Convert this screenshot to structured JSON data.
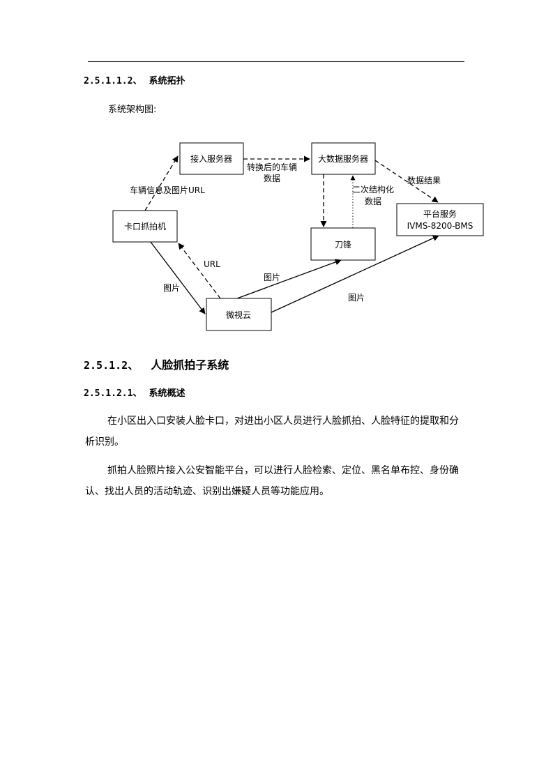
{
  "sections": {
    "s1": {
      "num": "2.5.1.1.2、",
      "title": "系统拓扑"
    },
    "arch_caption": "系统架构图:",
    "s2": {
      "num": "2.5.1.2、",
      "title": "人脸抓拍子系统"
    },
    "s3": {
      "num": "2.5.1.2.1、",
      "title": "系统概述"
    },
    "para1": "在小区出入口安装人脸卡口，对进出小区人员进行人脸抓拍、人脸特征的提取和分析识别。",
    "para2": "抓拍人脸照片接入公安智能平台，可以进行人脸检索、定位、黑名单布控、身份确认、找出人员的活动轨迹、识别出嫌疑人员等功能应用。"
  },
  "diagram": {
    "nodes": {
      "access_server": "接入服务器",
      "bigdata_server": "大数据服务器",
      "checkpoint_camera": "卡口抓拍机",
      "platform_line1": "平台服务",
      "platform_line2": "IVMS-8200-BMS",
      "daofeng": "刀锋",
      "weishiyun": "微视云"
    },
    "edges": {
      "vehicle_info": "车辆信息及图片URL",
      "converted_line1": "转换后的车辆",
      "converted_line2": "数据",
      "secondary_line1": "二次结构化",
      "secondary_line2": "数据",
      "data_result": "数据结果",
      "url": "URL",
      "img_left": "图片",
      "img_mid": "图片",
      "img_right": "图片"
    }
  }
}
